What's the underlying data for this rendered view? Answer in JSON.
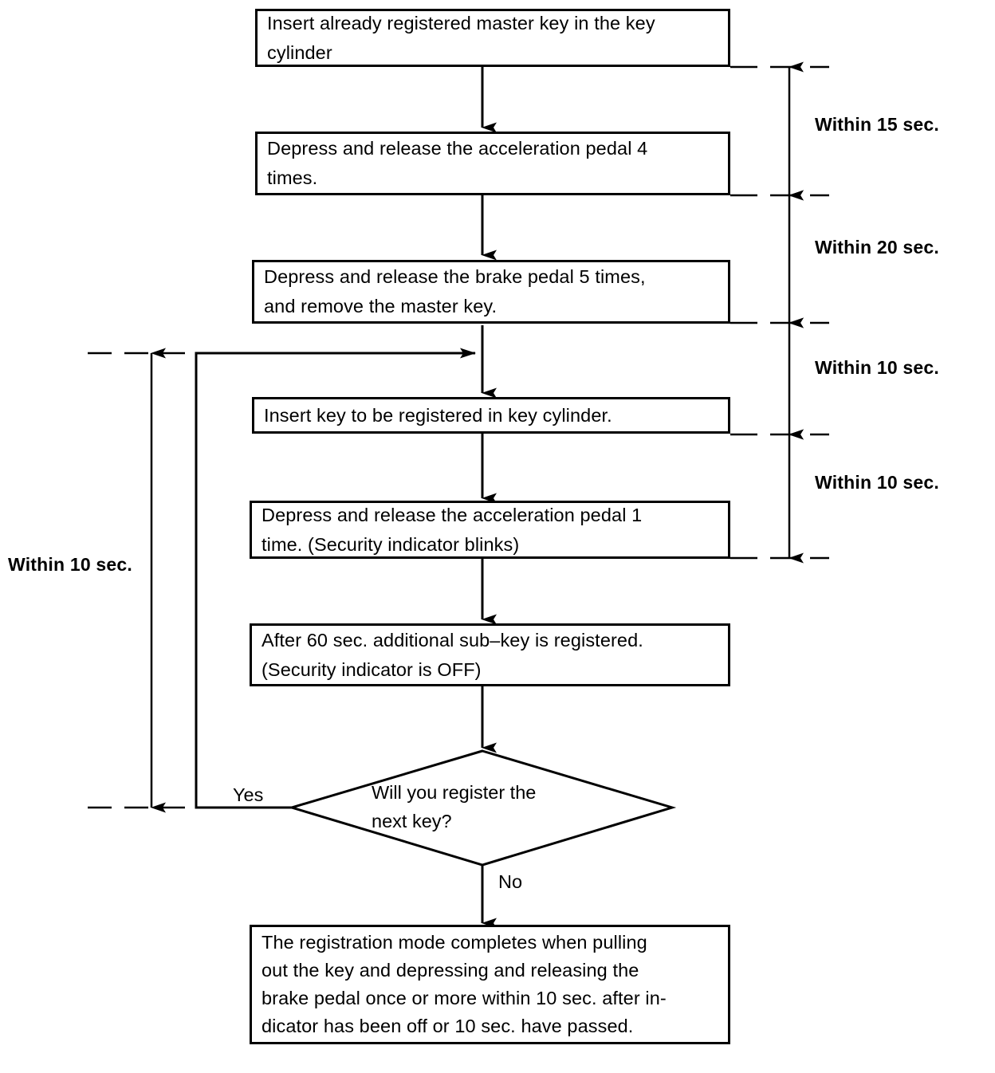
{
  "diagram": {
    "title": "Key registration procedure flowchart",
    "type": "flowchart",
    "colors": {
      "stroke": "#000000",
      "background": "#ffffff",
      "text": "#000000"
    },
    "nodes": [
      {
        "id": "step1",
        "shape": "process",
        "text": "Insert already registered master key in the key\ncylinder"
      },
      {
        "id": "step2",
        "shape": "process",
        "text": "Depress and release the acceleration pedal 4\ntimes."
      },
      {
        "id": "step3",
        "shape": "process",
        "text": "Depress and release the brake pedal 5 times,\nand remove the master key."
      },
      {
        "id": "step4",
        "shape": "process",
        "text": "Insert key to be registered in key cylinder."
      },
      {
        "id": "step5",
        "shape": "process",
        "text": "Depress and release  the  acceleration  pedal  1\ntime. (Security indicator blinks)"
      },
      {
        "id": "step6",
        "shape": "process",
        "text": "After 60 sec. additional sub–key is registered.\n(Security indicator is OFF)"
      },
      {
        "id": "decision",
        "shape": "decision",
        "text": "Will  you  register  the\nnext key?"
      },
      {
        "id": "step7",
        "shape": "process",
        "text": "The registration mode completes when pulling\nout the key and depressing and releasing the\nbrake pedal once or more within 10 sec. after in-\ndicator has been off or 10 sec. have passed."
      }
    ],
    "edge_labels": {
      "yes": "Yes",
      "no": "No"
    },
    "timing_labels_right": [
      {
        "id": "t1",
        "text": "Within 15 sec."
      },
      {
        "id": "t2",
        "text": "Within 20 sec."
      },
      {
        "id": "t3",
        "text": "Within 10 sec."
      },
      {
        "id": "t4",
        "text": "Within 10 sec."
      }
    ],
    "timing_label_left": {
      "id": "t5",
      "text": "Within 10 sec."
    }
  }
}
